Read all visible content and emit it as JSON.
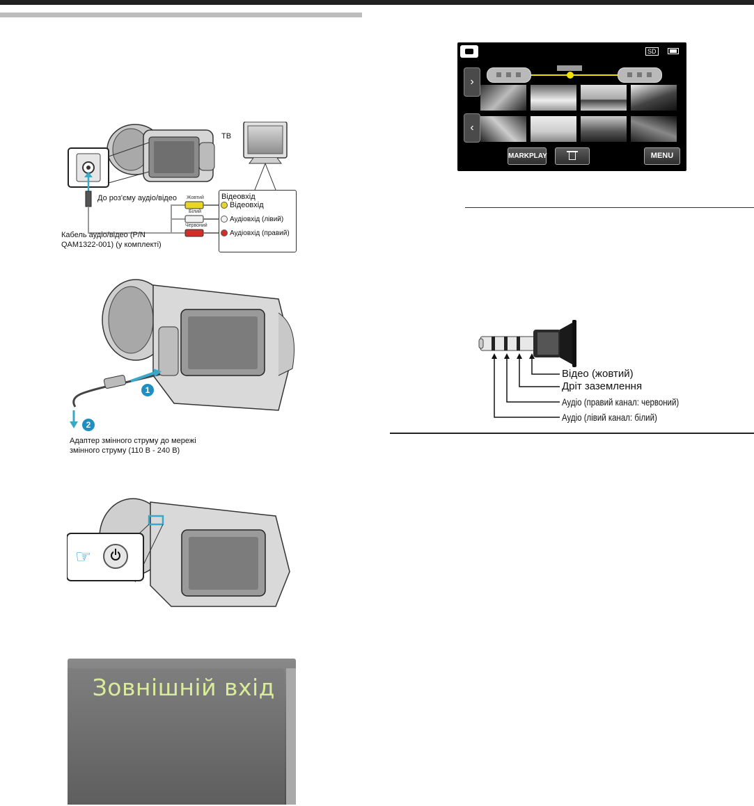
{
  "tv_connection": {
    "tv_label": "ТВ",
    "input_title": "Відеовхід",
    "connector_label": "До роз'єму аудіо/відео",
    "cable_label_line1": "Кабель аудіо/відео (P/N",
    "cable_label_line2": "QAM1322-001) (у комплекті)",
    "wires": [
      {
        "color_name": "Жовтий",
        "input": "Відеовхід",
        "color": "#e8d52a"
      },
      {
        "color_name": "Білий",
        "input": "Аудіовхід (лівий)",
        "color": "#f2f2f2"
      },
      {
        "color_name": "Червоний",
        "input": "Аудіовхід (правий)",
        "color": "#d0302a"
      }
    ]
  },
  "ac_adapter": {
    "step1": "1",
    "step2": "2",
    "caption_line1": "Адаптер змінного струму до мережі",
    "caption_line2": "змінного струму (110 В - 240 В)"
  },
  "external_input_screen": {
    "title": "Зовнішній вхід"
  },
  "playback_screen": {
    "storage": "SD",
    "buttons": {
      "markplay": "MARKPLAY",
      "menu": "MENU"
    }
  },
  "plug_diagram": {
    "labels": [
      "Відео (жовтий)",
      "Дріт заземлення",
      "Аудіо (правий канал: червоний)",
      "Аудіо (лівий канал: білий)"
    ]
  },
  "colors": {
    "accent_cyan": "#3aa9c9",
    "step_badge": "#1f8fc2",
    "screen_title_green": "#d9ec9a",
    "slider_yellow": "#f2e000"
  }
}
